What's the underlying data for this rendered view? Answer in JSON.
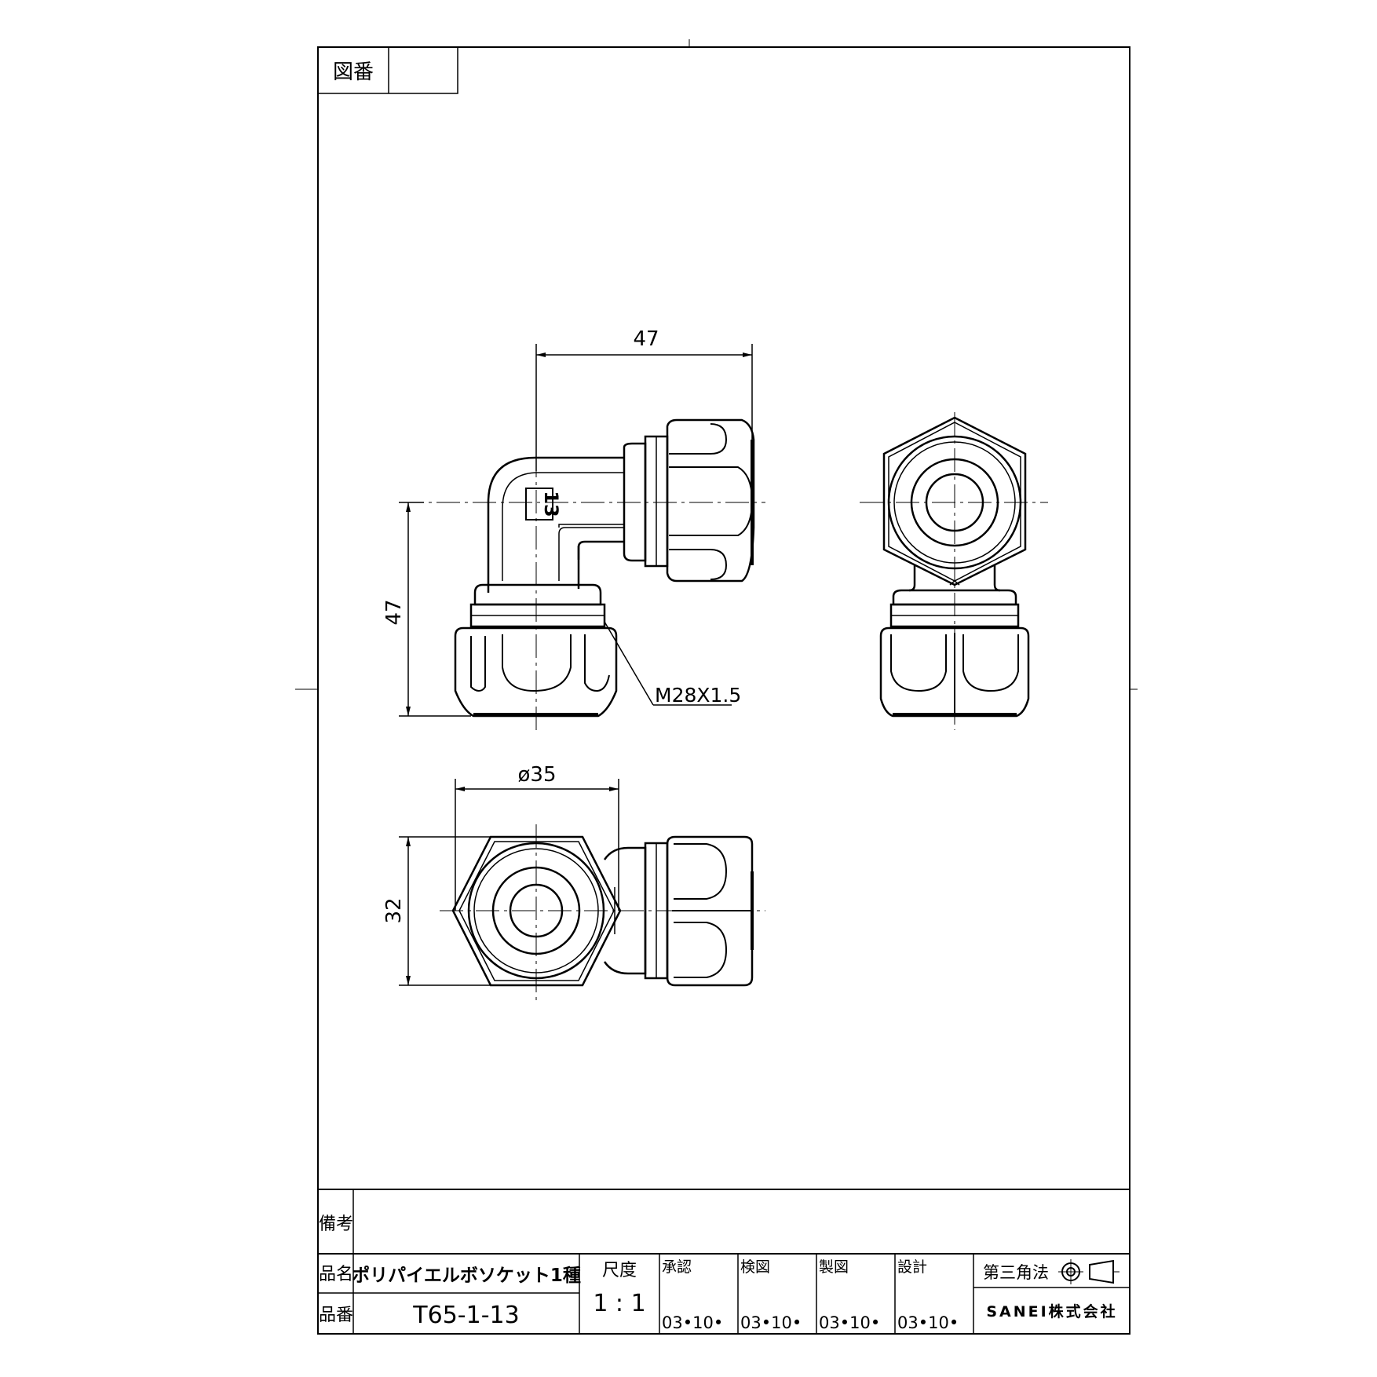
{
  "drawing_no": {
    "label": "図番",
    "value": ""
  },
  "remarks": {
    "label": "備考",
    "value": ""
  },
  "product_name": {
    "label": "品名",
    "value": "ポリパイエルボソケット1種"
  },
  "product_no": {
    "label": "品番",
    "value": "T65-1-13"
  },
  "scale": {
    "label": "尺度",
    "value": "1 : 1"
  },
  "approvals": [
    {
      "label": "承認",
      "date": "03•10•"
    },
    {
      "label": "検図",
      "date": "03•10•"
    },
    {
      "label": "製図",
      "date": "03•10•"
    },
    {
      "label": "設計",
      "date": "03•10•"
    }
  ],
  "projection": {
    "label": "第三角法"
  },
  "company": {
    "name": "SANEI株式会社"
  },
  "dimensions": {
    "front_width": "47",
    "front_height": "47",
    "thread": "M28X1.5",
    "diameter": "ø35",
    "bottom_height": "32"
  },
  "part_mark": "13"
}
